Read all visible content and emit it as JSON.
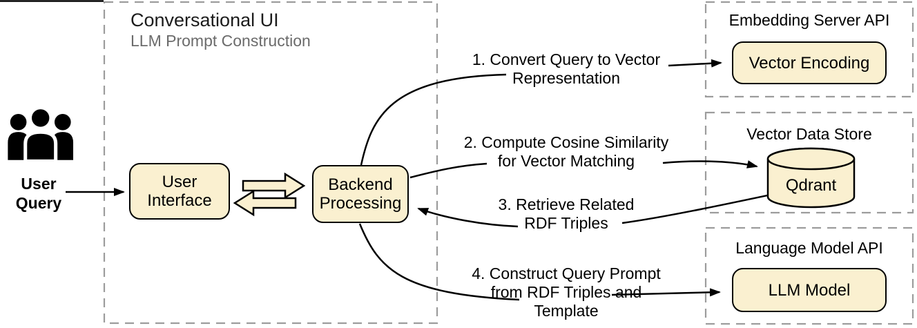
{
  "user": {
    "icon": "users-icon",
    "label_lines": [
      "User",
      "Query"
    ]
  },
  "conversational_ui": {
    "title": "Conversational UI",
    "subtitle": "LLM Prompt Construction",
    "nodes": {
      "user_interface": {
        "lines": [
          "User",
          "Interface"
        ]
      },
      "backend_processing": {
        "lines": [
          "Backend",
          "Processing"
        ]
      }
    }
  },
  "steps": [
    {
      "lines": [
        "1. Convert Query to Vector",
        "Representation"
      ]
    },
    {
      "lines": [
        "2. Compute Cosine Similarity",
        "for Vector Matching"
      ]
    },
    {
      "lines": [
        "3. Retrieve Related",
        "RDF Triples"
      ]
    },
    {
      "lines": [
        "4. Construct Query Prompt",
        "from RDF Triples and",
        "Template"
      ]
    }
  ],
  "services": {
    "embedding_server": {
      "title": "Embedding Server API",
      "node_label": "Vector Encoding"
    },
    "vector_data_store": {
      "title": "Vector Data Store",
      "node_label": "Qdrant"
    },
    "language_model": {
      "title": "Language Model API",
      "node_label": "LLM Model"
    }
  },
  "colors": {
    "node_fill": "#FAF0D0",
    "node_border": "#000000",
    "group_dashed_border": "#9C9C9C",
    "subtitle_text": "#6B6B6B"
  }
}
